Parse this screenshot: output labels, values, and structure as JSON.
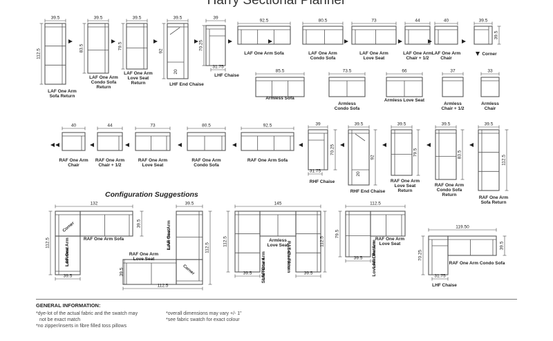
{
  "title": "Harry Sectional Planner",
  "config_title": "Configuration Suggestions",
  "general": {
    "heading": "GENERAL INFORMATION:",
    "col1": [
      "*dye-lot of the actual fabric and the swatch may",
      "not be exact match",
      "*no zipper/inserts in fibre filled toss pillows"
    ],
    "col2": [
      "*overall dimensions may vary +/- 1\"",
      "*see fabric swatch for exact colour"
    ]
  },
  "pieces": [
    {
      "id": "laf-sofa-return",
      "labels": [
        "LAF One Arm",
        "Sofa Return"
      ],
      "dims": {
        "top": "39.5",
        "left": "112.5"
      }
    },
    {
      "id": "laf-condo-sofa-return",
      "labels": [
        "LAF One Arm",
        "Condo Sofa",
        "Return"
      ],
      "dims": {
        "top": "39.5",
        "left": "83.5"
      }
    },
    {
      "id": "laf-love-seat-return",
      "labels": [
        "LAF One Arm",
        "Love Seat",
        "Return"
      ],
      "dims": {
        "top": "39.5",
        "left": "79.5"
      }
    },
    {
      "id": "lhf-end-chaise",
      "labels": [
        "LHF End Chaise"
      ],
      "dims": {
        "top": "39.5",
        "left": "92",
        "inner": "20"
      }
    },
    {
      "id": "lhf-chaise-top",
      "labels": [
        "LHF Chaise"
      ],
      "dims": {
        "top": "39",
        "left": "70.25",
        "bottom": "31.75"
      }
    },
    {
      "id": "laf-sofa",
      "labels": [
        "LAF One Arm Sofa"
      ],
      "dims": {
        "top": "92.5"
      }
    },
    {
      "id": "laf-condo-sofa",
      "labels": [
        "LAF One Arm",
        "Condo Sofa"
      ],
      "dims": {
        "top": "80.5"
      }
    },
    {
      "id": "laf-love-seat",
      "labels": [
        "LAF One Arm",
        "Love Seat"
      ],
      "dims": {
        "top": "73"
      }
    },
    {
      "id": "laf-chair-half",
      "labels": [
        "LAF One Arm",
        "Chair + 1/2"
      ],
      "dims": {
        "top": "44"
      }
    },
    {
      "id": "laf-chair",
      "labels": [
        "LAF One Arm",
        "Chair"
      ],
      "dims": {
        "top": "40"
      }
    },
    {
      "id": "corner",
      "labels": [
        "Corner"
      ],
      "dims": {
        "top": "39.5",
        "right": "39.5"
      }
    },
    {
      "id": "armless-sofa",
      "labels": [
        "Armless Sofa"
      ],
      "dims": {
        "top": "85.5"
      }
    },
    {
      "id": "armless-condo-sofa",
      "labels": [
        "Armless",
        "Condo Sofa"
      ],
      "dims": {
        "top": "73.5"
      }
    },
    {
      "id": "armless-love-seat",
      "labels": [
        "Armless Love Seat"
      ],
      "dims": {
        "top": "66"
      }
    },
    {
      "id": "armless-chair-half",
      "labels": [
        "Armless",
        "Chair + 1/2"
      ],
      "dims": {
        "top": "37"
      }
    },
    {
      "id": "armless-chair",
      "labels": [
        "Armless",
        "Chair"
      ],
      "dims": {
        "top": "33"
      }
    },
    {
      "id": "raf-chair",
      "labels": [
        "RAF One Arm",
        "Chair"
      ],
      "dims": {
        "top": "40"
      }
    },
    {
      "id": "raf-chair-half",
      "labels": [
        "RAF One Arm",
        "Chair + 1/2"
      ],
      "dims": {
        "top": "44"
      }
    },
    {
      "id": "raf-love-seat",
      "labels": [
        "RAF One Arm",
        "Love Seat"
      ],
      "dims": {
        "top": "73"
      }
    },
    {
      "id": "raf-condo-sofa",
      "labels": [
        "RAF One Arm",
        "Condo Sofa"
      ],
      "dims": {
        "top": "80.5"
      }
    },
    {
      "id": "raf-sofa",
      "labels": [
        "RAF One Arm Sofa"
      ],
      "dims": {
        "top": "92.5"
      }
    },
    {
      "id": "rhf-chaise",
      "labels": [
        "RHF Chaise"
      ],
      "dims": {
        "top": "39",
        "right": "70.25",
        "bottom": "31.75"
      }
    },
    {
      "id": "rhf-end-chaise",
      "labels": [
        "RHF End Chaise"
      ],
      "dims": {
        "top": "39.5",
        "right": "92",
        "inner": "20"
      }
    },
    {
      "id": "raf-love-seat-return",
      "labels": [
        "RAF One Arm",
        "Love Seat",
        "Return"
      ],
      "dims": {
        "top": "39.5",
        "right": "79.5"
      }
    },
    {
      "id": "raf-condo-sofa-return",
      "labels": [
        "RAF One Arm",
        "Condo Sofa",
        "Return"
      ],
      "dims": {
        "top": "39.5",
        "right": "83.5"
      }
    },
    {
      "id": "raf-sofa-return",
      "labels": [
        "RAF One Arm",
        "Sofa Return"
      ],
      "dims": {
        "top": "39.5",
        "right": "112.5"
      }
    }
  ],
  "configs": [
    {
      "id": "config-1",
      "labels": {
        "a": "Corner",
        "b": "RAF One Arm Sofa",
        "c": "LAF One Arm",
        "d": "Loveseat"
      },
      "dims": {
        "top": "132",
        "left": "112.5",
        "right": "39.5",
        "bottom": "39.5"
      }
    },
    {
      "id": "config-2",
      "labels": {
        "a": "LAF One Arm",
        "b": "Love Seat",
        "c": "RAF One Arm",
        "d": "Love Seat",
        "e": "Corner"
      },
      "dims": {
        "top": "39.5",
        "right": "112.5",
        "left": "39.5",
        "bottom": "112.5"
      }
    },
    {
      "id": "config-3",
      "labels": {
        "a": "Armless",
        "b": "Love Seat",
        "c": "LAF One Arm",
        "d": "Sofa Return",
        "e": "RAF One Arm",
        "f": "Sofa Return"
      },
      "dims": {
        "top": "145",
        "left": "112.5",
        "right": "112.5",
        "bl": "39.5",
        "br": "39.5"
      }
    },
    {
      "id": "config-4",
      "labels": {
        "a": "RAF One Arm",
        "b": "Love Seat",
        "c": "LAF One Arm",
        "d": "Loveseat Return"
      },
      "dims": {
        "top": "112.5",
        "left": "79.5",
        "bottom": "39.5"
      }
    },
    {
      "id": "config-5",
      "labels": {
        "a": "RAF One Arm Condo Sofa",
        "b": "LHF Chaise"
      },
      "dims": {
        "top": "119.50",
        "left": "70.25",
        "right": "39.5",
        "bottom": "31.75"
      }
    }
  ]
}
